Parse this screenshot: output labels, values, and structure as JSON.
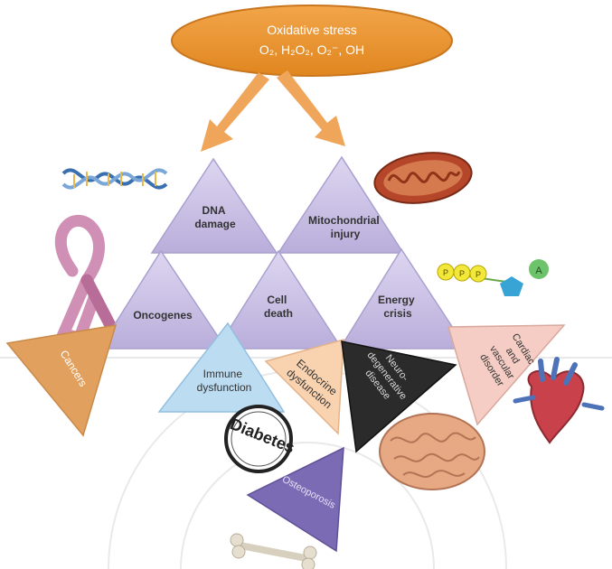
{
  "header": {
    "title": "Oxidative stress",
    "species": "O₂, H₂O₂, O₂⁻, OH"
  },
  "nodes": {
    "dna_damage": [
      "DNA",
      "damage"
    ],
    "mitochondrial_injury": [
      "Mitochondrial",
      "injury"
    ],
    "oncogenes": [
      "Oncogenes"
    ],
    "cell_death": [
      "Cell",
      "death"
    ],
    "energy_crisis": [
      "Energy",
      "crisis"
    ],
    "immune_dysfunction": [
      "Immune",
      "dysfunction"
    ],
    "endocrine_dysfunction": [
      "Endocrine",
      "dysfunction"
    ],
    "neurodegenerative_disease": [
      "Neuro-",
      "degenerative",
      "disease"
    ],
    "cardiac_vascular_disorder": [
      "Cardiac",
      "and",
      "vascular",
      "disorder"
    ],
    "cancers": [
      "Cancers"
    ],
    "osteoporosis": [
      "Osteoporosis"
    ]
  },
  "stamps": {
    "diabetes": "Diabetes",
    "atp_p": "P",
    "atp_a": "A"
  },
  "colors": {
    "oval": "#e9922e",
    "arrow": "#f0a65a",
    "lavender": "#cbc3e3",
    "blue": "#bcdcf2",
    "peach": "#f9d2b0",
    "black": "#2b2b2b",
    "orange": "#e2a05e",
    "pink": "#f5cdc4",
    "purple": "#7b6bb4"
  }
}
